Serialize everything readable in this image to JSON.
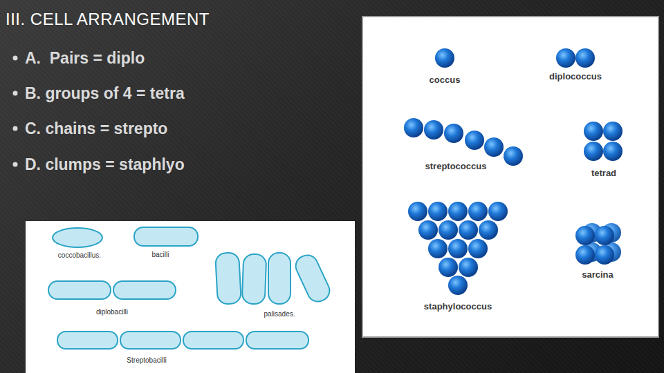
{
  "diagram": {
    "title": "III. CELL ARRANGEMENT",
    "labels": [
      "A.  Pairs = diplo",
      "B. groups of 4 = tetra",
      "C. chains = strepto",
      "D. clumps = staphlyo",
      "coccus",
      "diplococcus",
      "streptococcus",
      "tetrad",
      "staphylococcus",
      "sarcina",
      "coccobacillus.",
      "bacilli",
      "diplobacilli",
      "palisades.",
      "Streptobacilli"
    ]
  }
}
